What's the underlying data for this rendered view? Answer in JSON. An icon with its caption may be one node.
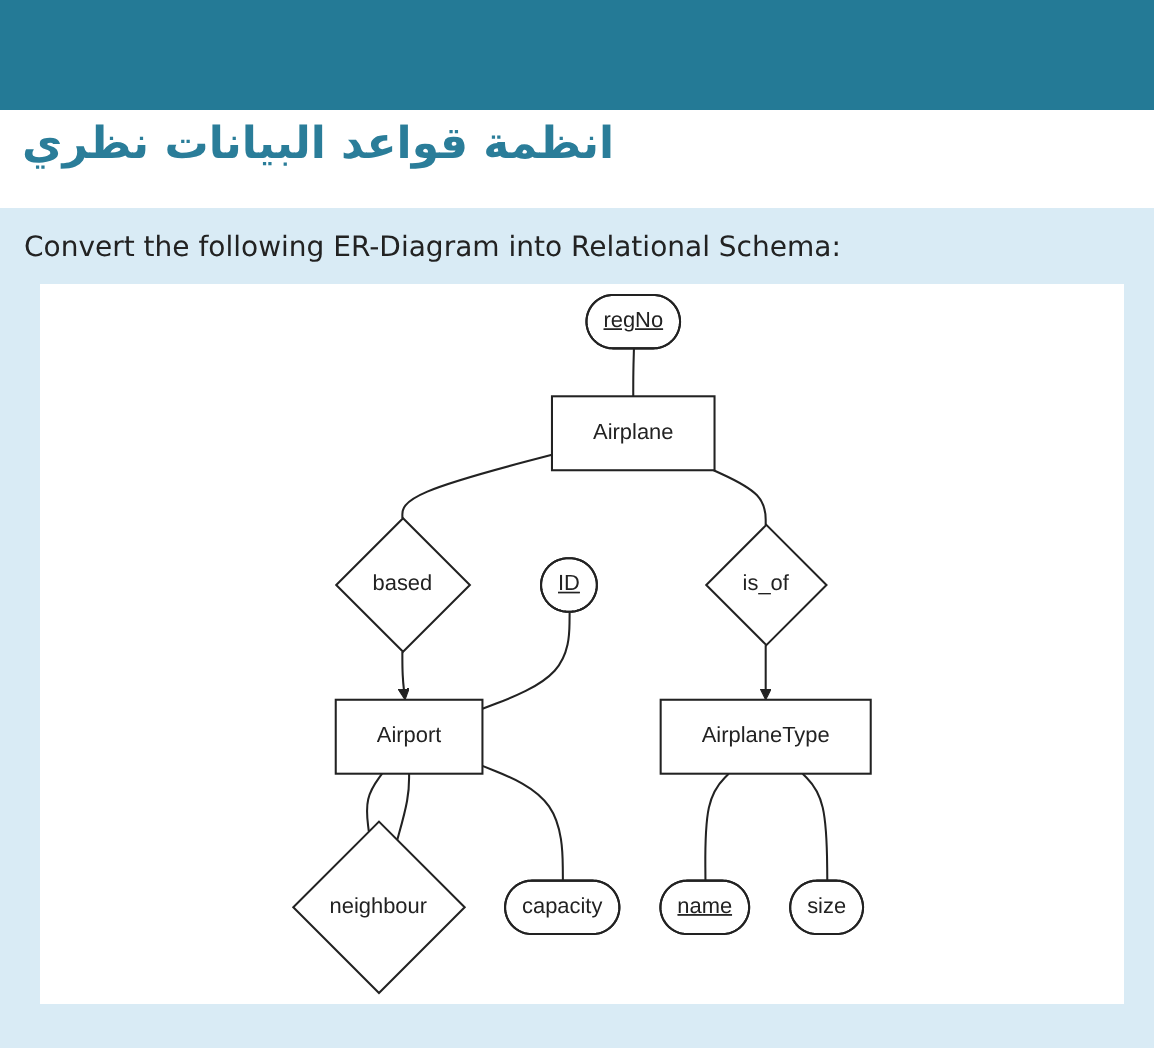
{
  "diagram": {
    "title": "انظمة قواعد البيانات نظري",
    "nodes": [
      {
        "text": [
          "regNo"
        ]
      },
      {
        "text": [
          "Airplane"
        ]
      },
      {
        "text": [
          "based"
        ]
      },
      {
        "text": [
          "ID"
        ]
      },
      {
        "text": [
          "Airport"
        ]
      },
      {
        "text": [
          "neighbour"
        ]
      },
      {
        "text": [
          "capacity"
        ]
      },
      {
        "text": [
          "is_of"
        ]
      },
      {
        "text": [
          "AirplaneType"
        ]
      },
      {
        "text": [
          "name"
        ]
      },
      {
        "text": [
          "size"
        ]
      }
    ],
    "edges": [
      {
        "from": 0,
        "to": 1,
        "arrow": "none"
      },
      {
        "from": 1,
        "to": 2,
        "arrow": "none"
      },
      {
        "from": 2,
        "to": 4,
        "arrow": "to"
      },
      {
        "from": 3,
        "to": 4,
        "arrow": "none"
      },
      {
        "from": 4,
        "to": 5,
        "arrow": "none"
      },
      {
        "from": 4,
        "to": 5,
        "arrow": "none"
      },
      {
        "from": 4,
        "to": 6,
        "arrow": "none"
      },
      {
        "from": 1,
        "to": 7,
        "arrow": "none"
      },
      {
        "from": 7,
        "to": 8,
        "arrow": "to"
      },
      {
        "from": 8,
        "to": 9,
        "arrow": "none"
      },
      {
        "from": 8,
        "to": 10,
        "arrow": "none"
      }
    ],
    "labels": [
      "Convert the following ER-Diagram into Relational Schema:"
    ]
  }
}
